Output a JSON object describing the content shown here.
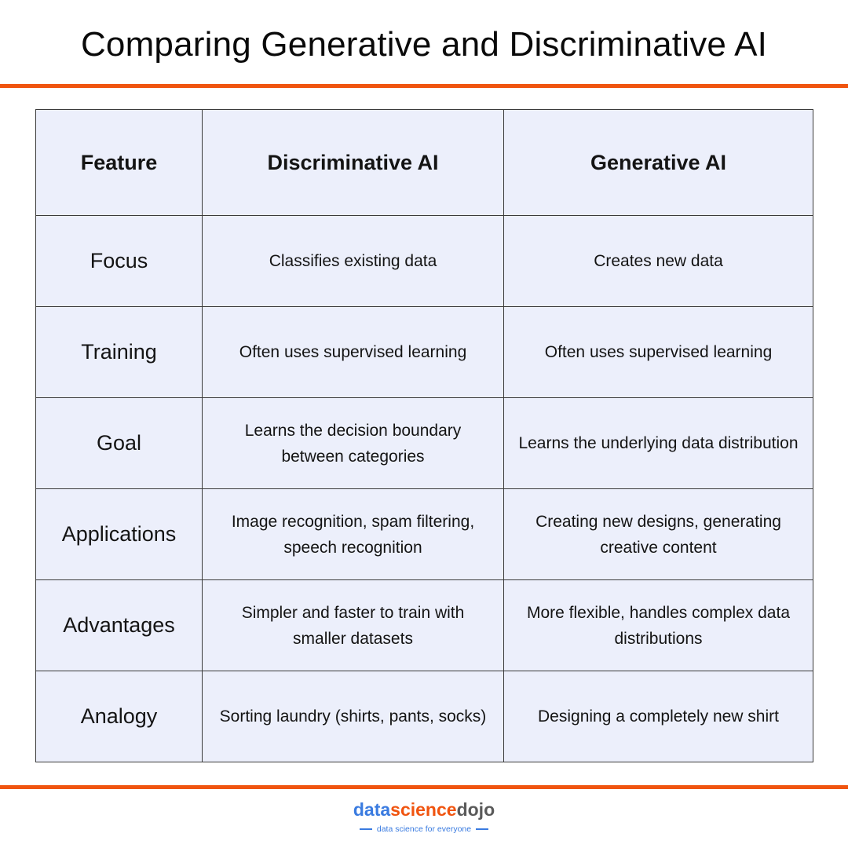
{
  "title": "Comparing Generative and Discriminative AI",
  "colors": {
    "accent": "#f0540f",
    "cell_bg": "#eceffb",
    "border": "#3a3a3a",
    "logo_blue": "#3a7be0"
  },
  "table": {
    "headers": [
      "Feature",
      "Discriminative AI",
      "Generative AI"
    ],
    "rows": [
      {
        "feature": "Focus",
        "discriminative": "Classifies existing data",
        "generative": "Creates new data"
      },
      {
        "feature": "Training",
        "discriminative": "Often uses supervised learning",
        "generative": "Often uses supervised learning"
      },
      {
        "feature": "Goal",
        "discriminative": "Learns the decision boundary between categories",
        "generative": "Learns the underlying data distribution"
      },
      {
        "feature": "Applications",
        "discriminative": "Image recognition, spam filtering, speech recognition",
        "generative": "Creating new designs, generating creative content"
      },
      {
        "feature": "Advantages",
        "discriminative": "Simpler and faster to train with smaller datasets",
        "generative": "More flexible, handles complex data distributions"
      },
      {
        "feature": "Analogy",
        "discriminative": "Sorting laundry (shirts, pants, socks)",
        "generative": "Designing a completely new shirt"
      }
    ]
  },
  "logo": {
    "part1": "data",
    "part2": "science",
    "part3": "dojo",
    "tagline": "data science for everyone"
  }
}
